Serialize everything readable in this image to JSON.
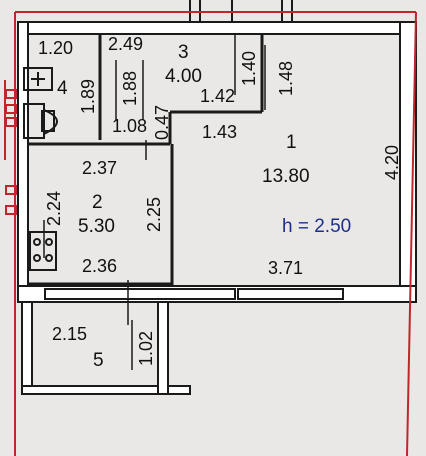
{
  "colors": {
    "paper": "#e9e8e6",
    "wall": "#ffffff",
    "ink": "#1a1a1a",
    "boundary": "#c0262a",
    "note": "#1d2f8a"
  },
  "rooms": [
    {
      "number": "1",
      "area": "13.80"
    },
    {
      "number": "2",
      "area": "5.30"
    },
    {
      "number": "3",
      "area": "4.00"
    },
    {
      "number": "4",
      "area": ""
    },
    {
      "number": "5",
      "area": ""
    }
  ],
  "dimensions": {
    "d_1_20": "1.20",
    "d_2_49": "2.49",
    "d_1_40": "1.40",
    "d_1_48": "1.48",
    "d_1_89": "1.89",
    "d_1_88": "1.88",
    "d_1_42": "1.42",
    "d_1_43": "1.43",
    "d_0_47": "0.47",
    "d_1_08": "1.08",
    "d_4_20": "4.20",
    "d_2_37": "2.37",
    "d_2_24": "2.24",
    "d_2_25": "2.25",
    "d_2_36": "2.36",
    "d_3_71": "3.71",
    "d_2_15": "2.15",
    "d_1_02": "1.02"
  },
  "ceiling_height": "h = 2.50",
  "fixtures": [
    "bath-icon",
    "toilet-icon",
    "stove-icon",
    "radiator-icon"
  ]
}
